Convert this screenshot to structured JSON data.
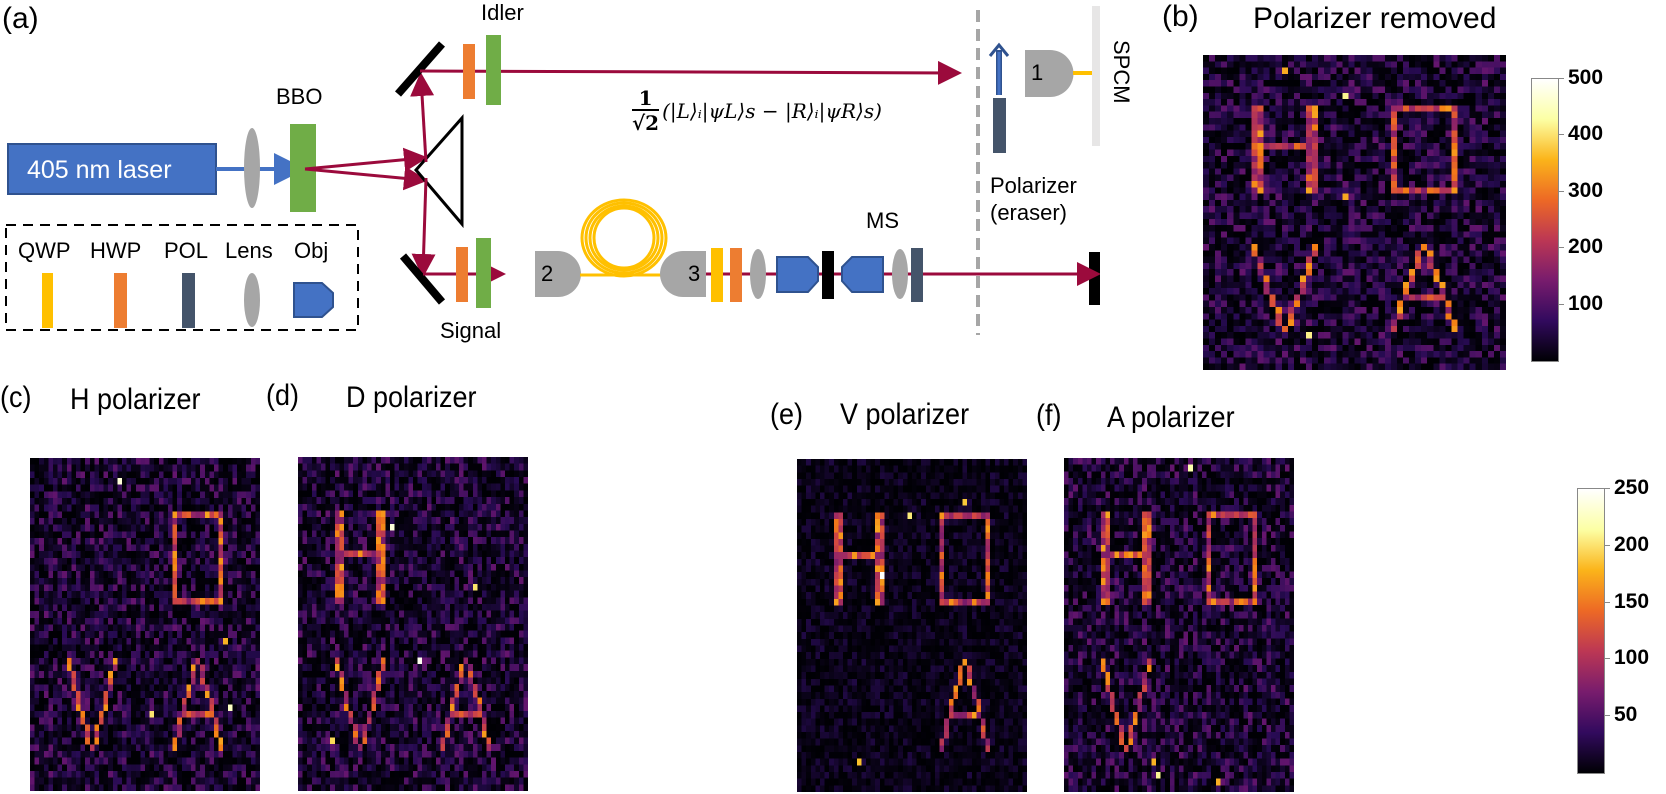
{
  "panel_a": {
    "label": "(a)",
    "laser_label": "405 nm laser",
    "crystal_label": "BBO",
    "idler_label": "Idler",
    "signal_label": "Signal",
    "ms_label": "MS",
    "spcm_label": "SPCM",
    "polarizer_label_line1": "Polarizer",
    "polarizer_label_line2": "(eraser)",
    "detector_labels": [
      "1",
      "2",
      "3"
    ],
    "state_formula": {
      "prefactor_numerator": "1",
      "prefactor_denominator": "√2",
      "body": "(|L⟩ᵢ|ψL⟩s − |R⟩ᵢ|ψR⟩s)"
    },
    "legend": [
      {
        "label": "QWP",
        "icon": "quarter-wave-plate-icon",
        "color": "#ffc000"
      },
      {
        "label": "HWP",
        "icon": "half-wave-plate-icon",
        "color": "#ed7d31"
      },
      {
        "label": "POL",
        "icon": "polarizer-icon",
        "color": "#44546a"
      },
      {
        "label": "Lens",
        "icon": "lens-icon",
        "color": "#a6a6a6"
      },
      {
        "label": "Obj",
        "icon": "objective-icon",
        "color": "#4472c4"
      }
    ],
    "colors": {
      "laser": "#4472c4",
      "beam": "#9b0a3c",
      "crystal": "#70ad47",
      "fiber": "#ffc000",
      "detector": "#a6a6a6",
      "spcm_box": "#e7e6e6"
    }
  },
  "chart_data": [
    {
      "type": "heatmap",
      "panel": "(b)",
      "title": "Polarizer removed",
      "letters_visible": [
        "H",
        "D",
        "V",
        "A"
      ],
      "colormap": "inferno",
      "colorbar": {
        "ticks": [
          100,
          200,
          300,
          400,
          500
        ],
        "range": [
          0,
          500
        ]
      },
      "grid": [
        50,
        50
      ]
    },
    {
      "type": "heatmap",
      "panel": "(c)",
      "title": "H polarizer",
      "letters_visible": [
        "D",
        "V",
        "A"
      ],
      "colormap": "inferno",
      "colorbar": {
        "ticks": [
          50,
          100,
          150,
          200,
          250
        ],
        "range": [
          0,
          250
        ]
      },
      "grid": [
        50,
        50
      ]
    },
    {
      "type": "heatmap",
      "panel": "(d)",
      "title": "D polarizer",
      "letters_visible": [
        "H",
        "V",
        "A"
      ],
      "colormap": "inferno",
      "colorbar": {
        "ticks": [
          50,
          100,
          150,
          200,
          250
        ],
        "range": [
          0,
          250
        ]
      },
      "grid": [
        50,
        50
      ]
    },
    {
      "type": "heatmap",
      "panel": "(e)",
      "title": "V polarizer",
      "letters_visible": [
        "H",
        "D",
        "A"
      ],
      "colormap": "inferno",
      "colorbar": {
        "ticks": [
          50,
          100,
          150,
          200,
          250
        ],
        "range": [
          0,
          250
        ]
      },
      "grid": [
        50,
        50
      ]
    },
    {
      "type": "heatmap",
      "panel": "(f)",
      "title": "A polarizer",
      "letters_visible": [
        "H",
        "D",
        "V"
      ],
      "colormap": "inferno",
      "colorbar": {
        "ticks": [
          50,
          100,
          150,
          200,
          250
        ],
        "range": [
          0,
          250
        ]
      },
      "grid": [
        50,
        50
      ]
    }
  ]
}
